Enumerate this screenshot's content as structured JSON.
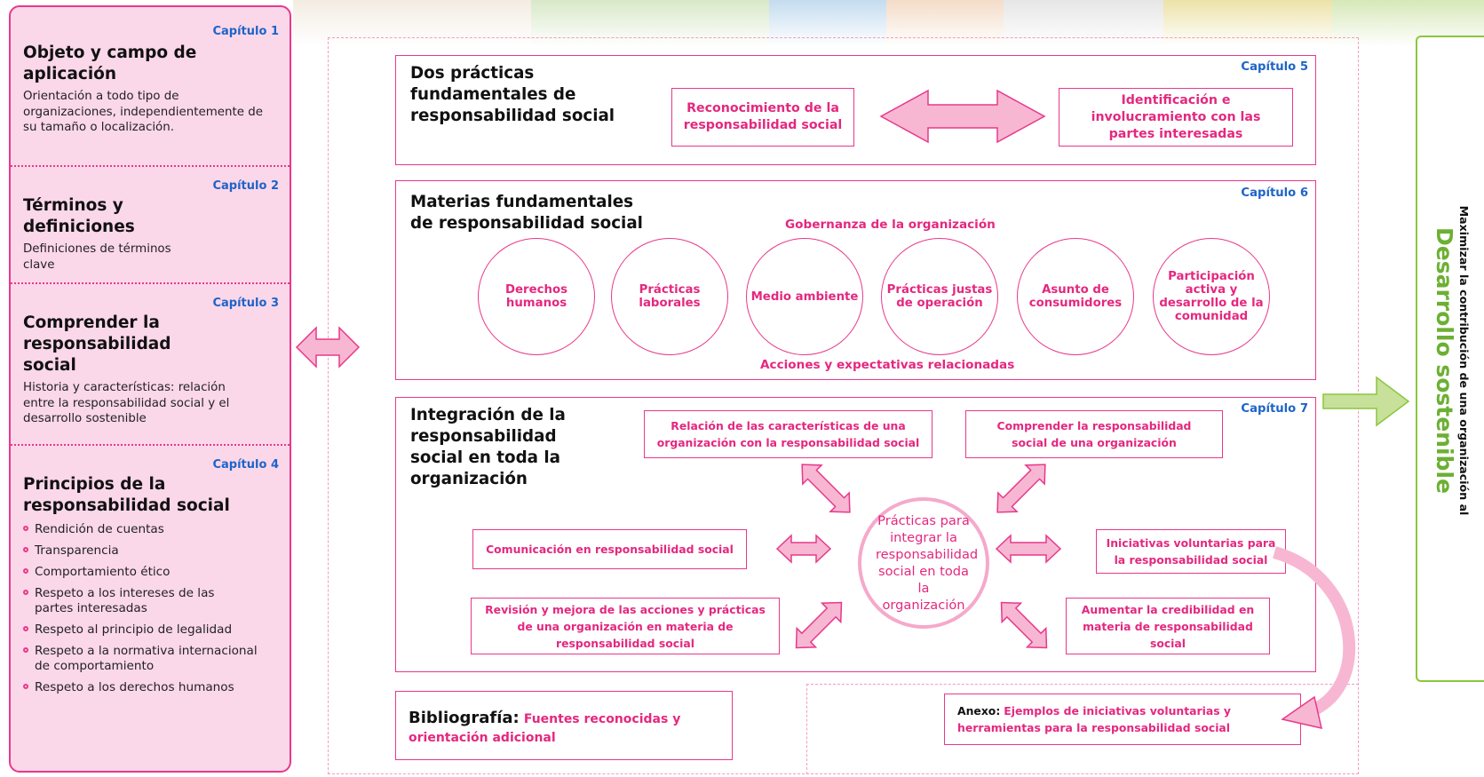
{
  "colors": {
    "pink": "#e8388a",
    "pink_text": "#e4287f",
    "blue": "#1e64c8",
    "green": "#8cc63f",
    "pink_fill": "#fbd7ea"
  },
  "left": {
    "sections": [
      {
        "chapter": "Capítulo 1",
        "title": "Objeto y campo de aplicación",
        "text": "Orientación a todo tipo de organizaciones, independientemente de su tamaño o localización."
      },
      {
        "chapter": "Capítulo 2",
        "title": "Términos y definiciones",
        "text": "Definiciones de términos clave"
      },
      {
        "chapter": "Capítulo 3",
        "title": "Comprender la responsabilidad social",
        "text": "Historia y características: relación entre la responsabilidad social y el desarrollo sostenible"
      },
      {
        "chapter": "Capítulo 4",
        "title": "Principios de la responsabilidad social",
        "principles": [
          "Rendición de cuentas",
          "Transparencia",
          "Comportamiento ético",
          "Respeto a los intereses de las partes interesadas",
          "Respeto al principio de legalidad",
          "Respeto a la normativa internacional de comportamiento",
          "Respeto a los derechos humanos"
        ]
      }
    ]
  },
  "ch5": {
    "chapter": "Capítulo 5",
    "title": "Dos prácticas fundamentales de responsabilidad social",
    "left_box": "Reconocimiento de la responsabilidad social",
    "right_box": "Identificación e involucramiento con las partes interesadas"
  },
  "ch6": {
    "chapter": "Capítulo 6",
    "title": "Materias fundamentales de responsabilidad social",
    "top_label": "Gobernanza de la organización",
    "bottom_label": "Acciones y expectativas relacionadas",
    "subjects": [
      "Derechos humanos",
      "Prácticas laborales",
      "Medio ambiente",
      "Prácticas justas de operación",
      "Asunto de consumidores",
      "Participación activa y desarrollo de la comunidad"
    ]
  },
  "ch7": {
    "chapter": "Capítulo 7",
    "title": "Integración de la responsabilidad social en toda la organización",
    "center": "Prácticas para integrar la responsabilidad social en toda la organización",
    "box_top_left": "Relación de las características de una organización con la responsabilidad social",
    "box_top_right": "Comprender la responsabilidad social de una organización",
    "box_mid_left": "Comunicación en responsabilidad social",
    "box_mid_right": "Iniciativas voluntarias para la responsabilidad social",
    "box_bot_left": "Revisión y mejora de las acciones y prácticas de una organización en materia de responsabilidad social",
    "box_bot_right": "Aumentar la credibilidad en materia de responsabilidad social"
  },
  "biblio": {
    "label": "Bibliografía:",
    "text": "Fuentes reconocidas y orientación adicional"
  },
  "annex": {
    "label": "Anexo:",
    "text": "Ejemplos de iniciativas voluntarias y herramientas para la responsabilidad social"
  },
  "right": {
    "small": "Maximizar la contribución de una organización al",
    "big": "Desarrollo sostenible"
  }
}
